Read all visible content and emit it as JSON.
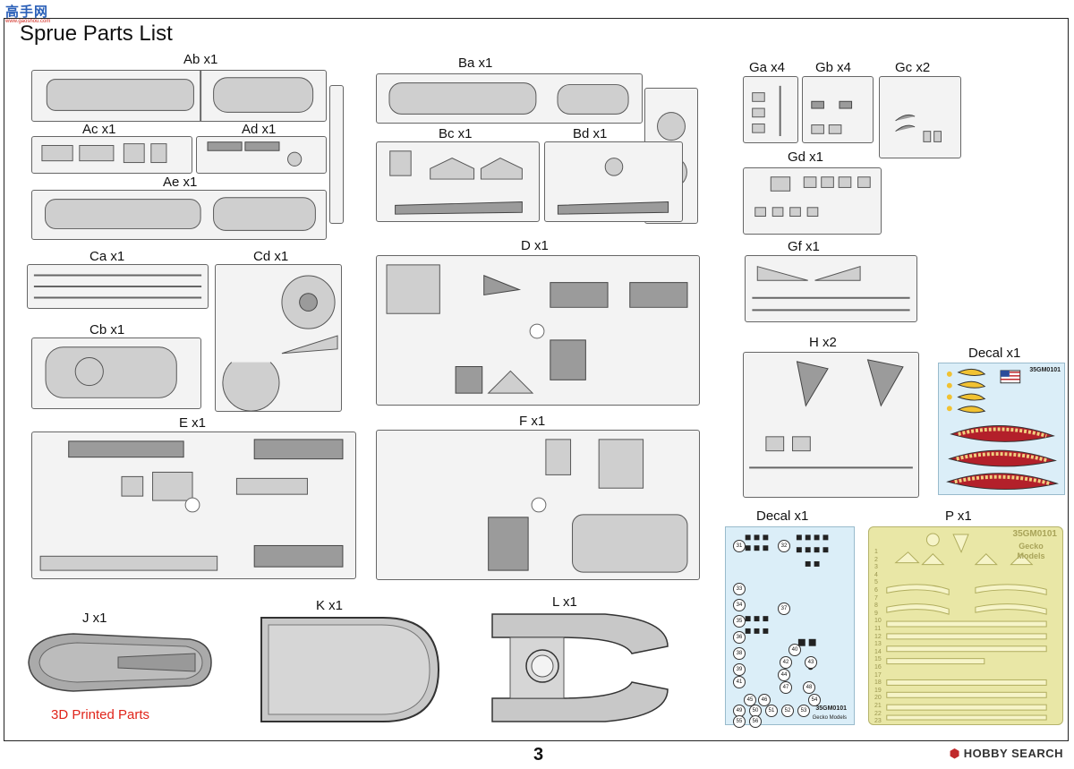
{
  "page": {
    "title": "Sprue Parts List",
    "page_number": "3",
    "watermark": "高手网",
    "watermark_url": "www.gaoshou.com",
    "footer_brand": "HOBBY SEARCH"
  },
  "sprues": [
    {
      "key": "ab",
      "label": "Ab x1"
    },
    {
      "key": "ac",
      "label": "Ac x1"
    },
    {
      "key": "ad",
      "label": "Ad x1"
    },
    {
      "key": "ae",
      "label": "Ae x1"
    },
    {
      "key": "ba",
      "label": "Ba x1"
    },
    {
      "key": "bc",
      "label": "Bc x1"
    },
    {
      "key": "bd",
      "label": "Bd x1"
    },
    {
      "key": "ca",
      "label": "Ca x1"
    },
    {
      "key": "cb",
      "label": "Cb x1"
    },
    {
      "key": "cd",
      "label": "Cd x1"
    },
    {
      "key": "d",
      "label": "D x1"
    },
    {
      "key": "e",
      "label": "E x1"
    },
    {
      "key": "f",
      "label": "F x1"
    },
    {
      "key": "ga",
      "label": "Ga x4"
    },
    {
      "key": "gb",
      "label": "Gb x4"
    },
    {
      "key": "gc",
      "label": "Gc x2"
    },
    {
      "key": "gd",
      "label": "Gd x1"
    },
    {
      "key": "gf",
      "label": "Gf x1"
    },
    {
      "key": "h",
      "label": "H x2"
    },
    {
      "key": "decal1",
      "label": "Decal x1"
    },
    {
      "key": "decal2",
      "label": "Decal x1"
    },
    {
      "key": "p",
      "label": "P x1"
    },
    {
      "key": "j",
      "label": "J x1"
    },
    {
      "key": "k",
      "label": "K x1"
    },
    {
      "key": "l",
      "label": "L x1"
    }
  ],
  "printed_note": "3D Printed Parts",
  "decal_code": "35GM0101",
  "brand_small": "Gecko Models",
  "decal_numbers": [
    "31",
    "32",
    "33",
    "34",
    "35",
    "36",
    "37",
    "38",
    "39",
    "40",
    "41",
    "42",
    "43",
    "44",
    "45",
    "46",
    "47",
    "48",
    "49",
    "50",
    "51",
    "52",
    "53",
    "54",
    "55",
    "56"
  ],
  "pe_numbers": [
    "1",
    "2",
    "3",
    "4",
    "5",
    "6",
    "7",
    "8",
    "9",
    "10",
    "11",
    "12",
    "13",
    "14",
    "15",
    "16",
    "17",
    "18",
    "19",
    "20",
    "21",
    "22",
    "23"
  ],
  "colors": {
    "accent_red": "#e0251b",
    "pe_brass": "#e9e7a6",
    "decal_blue": "#dbeef8",
    "shark_red": "#b3202a",
    "shark_teeth": "#f0d080"
  }
}
